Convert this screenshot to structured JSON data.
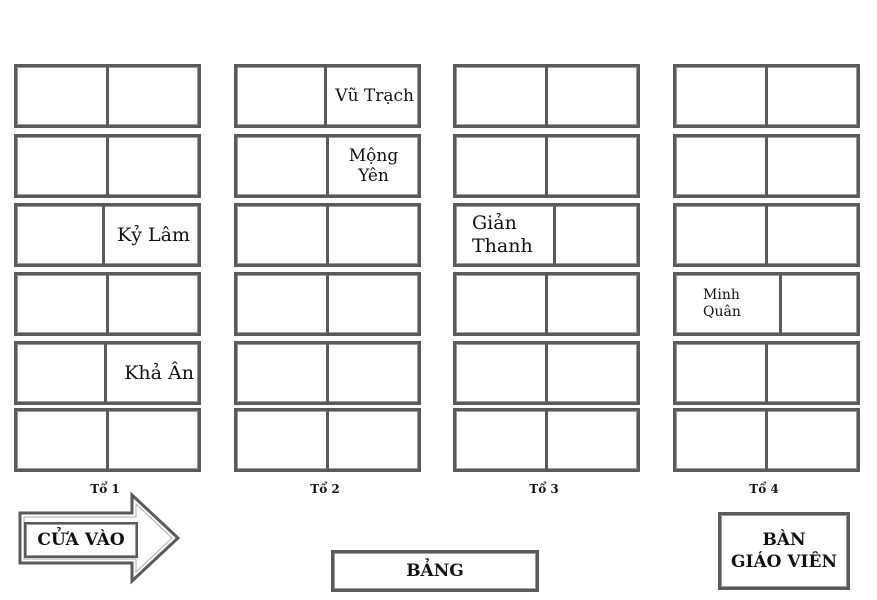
{
  "classroom": {
    "groups": [
      {
        "label": "Tổ 1",
        "desks": [
          {
            "left": "",
            "right": ""
          },
          {
            "left": "",
            "right": ""
          },
          {
            "left": "",
            "right": "Kỷ Lâm"
          },
          {
            "left": "",
            "right": ""
          },
          {
            "left": "",
            "right": "Khả Ân"
          },
          {
            "left": "",
            "right": ""
          }
        ]
      },
      {
        "label": "Tổ 2",
        "desks": [
          {
            "left": "",
            "right": "Vũ Trạch"
          },
          {
            "left": "",
            "right": "Mộng\nYên"
          },
          {
            "left": "",
            "right": ""
          },
          {
            "left": "",
            "right": ""
          },
          {
            "left": "",
            "right": ""
          },
          {
            "left": "",
            "right": ""
          }
        ]
      },
      {
        "label": "Tổ 3",
        "desks": [
          {
            "left": "",
            "right": ""
          },
          {
            "left": "",
            "right": ""
          },
          {
            "left": "Giản\nThanh",
            "right": ""
          },
          {
            "left": "",
            "right": ""
          },
          {
            "left": "",
            "right": ""
          },
          {
            "left": "",
            "right": ""
          }
        ]
      },
      {
        "label": "Tổ 4",
        "desks": [
          {
            "left": "",
            "right": ""
          },
          {
            "left": "",
            "right": ""
          },
          {
            "left": "",
            "right": ""
          },
          {
            "left": "Minh\nQuân",
            "right": ""
          },
          {
            "left": "",
            "right": ""
          },
          {
            "left": "",
            "right": ""
          }
        ]
      }
    ],
    "door_label": "CỬA VÀO",
    "board_label": "BẢNG",
    "teacher_desk_label": "BÀN\nGIÁO VIÊN"
  }
}
